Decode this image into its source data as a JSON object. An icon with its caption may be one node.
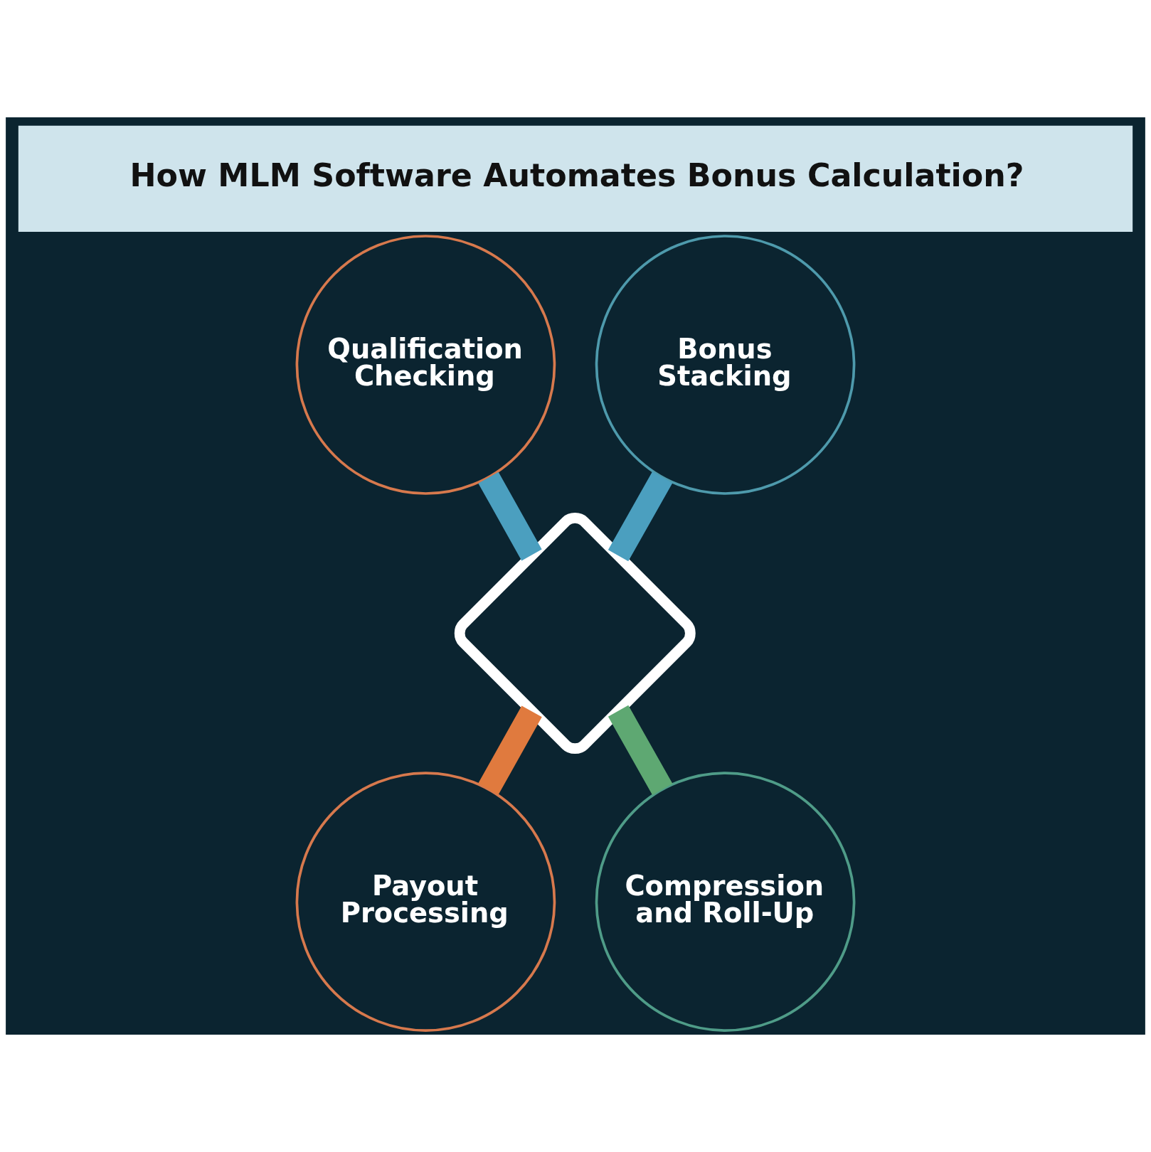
{
  "diagram": {
    "title": "How MLM Software Automates Bonus Calculation?",
    "nodes": [
      {
        "text": [
          "Qualification Checking"
        ]
      },
      {
        "text": [
          "Bonus Stacking"
        ]
      },
      {
        "text": [],
        "shape": "diamond"
      },
      {
        "text": [
          "Payout Processing"
        ]
      },
      {
        "text": [
          "Compression and Roll-Up"
        ]
      }
    ],
    "edges": [
      {
        "from": 0,
        "to": 2,
        "arrow": "none"
      },
      {
        "from": 1,
        "to": 2,
        "arrow": "none"
      },
      {
        "from": 2,
        "to": 3,
        "arrow": "none",
        "color": "#e07a3e"
      },
      {
        "from": 2,
        "to": 4,
        "arrow": "none",
        "color": "#5ea872"
      }
    ]
  }
}
